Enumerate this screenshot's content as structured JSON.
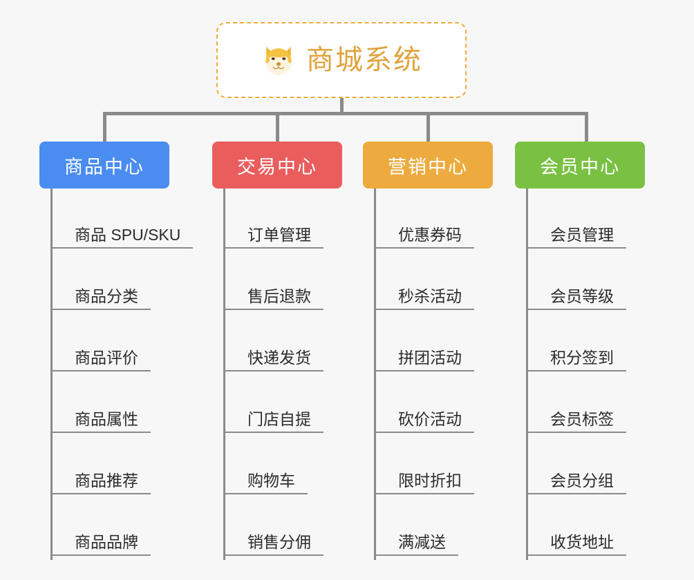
{
  "page": {
    "background_color": "#f7f7f7",
    "line_color": "#8a8a8a"
  },
  "root": {
    "title": "商城系统",
    "icon": "shiba-dog-face-emoji",
    "border_color": "#eeab3e",
    "text_color": "#e0a33e",
    "background_color": "#ffffff"
  },
  "branches": [
    {
      "label": "商品中心",
      "color": "#4a8cf0",
      "children": [
        "商品 SPU/SKU",
        "商品分类",
        "商品评价",
        "商品属性",
        "商品推荐",
        "商品品牌"
      ]
    },
    {
      "label": "交易中心",
      "color": "#e95d5d",
      "children": [
        "订单管理",
        "售后退款",
        "快递发货",
        "门店自提",
        "购物车",
        "销售分佣"
      ]
    },
    {
      "label": "营销中心",
      "color": "#edab3f",
      "children": [
        "优惠券码",
        "秒杀活动",
        "拼团活动",
        "砍价活动",
        "限时折扣",
        "满减送"
      ]
    },
    {
      "label": "会员中心",
      "color": "#7ac143",
      "children": [
        "会员管理",
        "会员等级",
        "积分签到",
        "会员标签",
        "会员分组",
        "收货地址"
      ]
    }
  ]
}
